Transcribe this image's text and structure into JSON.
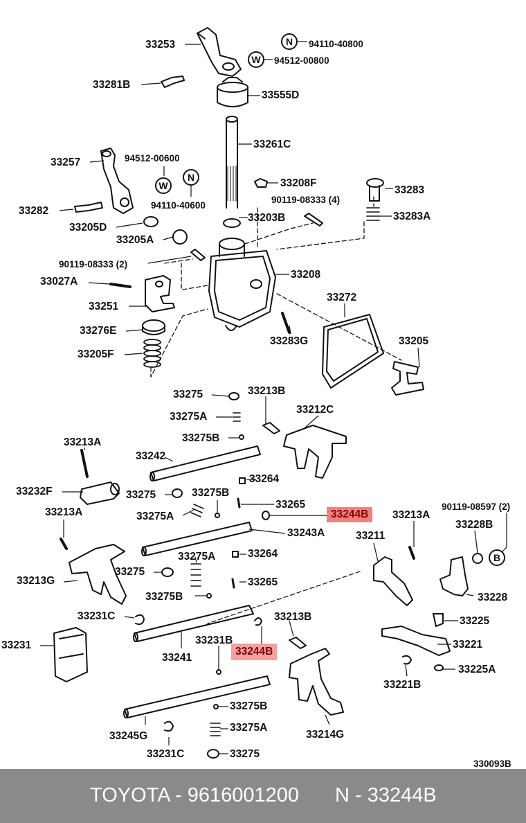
{
  "labels": {
    "p33253": "33253",
    "p94110_top": "94110-40800",
    "p94512_top": "94512-00800",
    "p33281B": "33281B",
    "p33555D": "33555D",
    "p33261C": "33261C",
    "p33257": "33257",
    "p94512_mid": "94512-00600",
    "p94110_mid": "94110-40600",
    "p33282": "33282",
    "p33205D": "33205D",
    "p33205A": "33205A",
    "p33208F": "33208F",
    "p90119_4": "90119-08333 (4)",
    "p33283": "33283",
    "p33203B": "33203B",
    "p33283A": "33283A",
    "p90119_2": "90119-08333 (2)",
    "p33208": "33208",
    "p33027A": "33027A",
    "p33272": "33272",
    "p33251": "33251",
    "p33276E": "33276E",
    "p33283G": "33283G",
    "p33205": "33205",
    "p33205F": "33205F",
    "p33275_a": "33275",
    "p33213B_a": "33213B",
    "p33275A_a": "33275A",
    "p33212C": "33212C",
    "p33275B_a": "33275B",
    "p33213A_a": "33213A",
    "p33242": "33242",
    "p33264_a": "33264",
    "p33232F": "33232F",
    "p33275_b": "33275",
    "p33275B_b": "33275B",
    "p33265_a": "33265",
    "p33244B_a": "33244B",
    "p33213A_b": "33213A",
    "p90119_08597": "90119-08597 (2)",
    "p33213A_c": "33213A",
    "p33275A_b": "33275A",
    "p33243A": "33243A",
    "p33211": "33211",
    "p33228B": "33228B",
    "p33275A_c": "33275A",
    "p33264_b": "33264",
    "p33213G": "33213G",
    "p33275_c": "33275",
    "p33265_b": "33265",
    "p33275B_c": "33275B",
    "p33228": "33228",
    "p33231C_a": "33231C",
    "p33213B_b": "33213B",
    "p33225": "33225",
    "p33231B": "33231B",
    "p33231": "33231",
    "p33244B_b": "33244B",
    "p33241": "33241",
    "p33221": "33221",
    "p33225A": "33225A",
    "p33221B": "33221B",
    "p33275B_d": "33275B",
    "p33245G": "33245G",
    "p33275A_d": "33275A",
    "p33214G": "33214G",
    "p33231C_b": "33231C",
    "p33275_d": "33275",
    "diagram_code": "330093B"
  },
  "badges": {
    "n_top": "N",
    "w_top": "W",
    "w_mid": "W",
    "n_mid": "N",
    "b_right": "B"
  },
  "footer": {
    "brand_part": "TOYOTA - 9616001200",
    "ref": "N - 33244B"
  },
  "colors": {
    "highlight": "#f08080",
    "footer_bg": "#8a8a8a",
    "footer_text": "#ffffff"
  }
}
